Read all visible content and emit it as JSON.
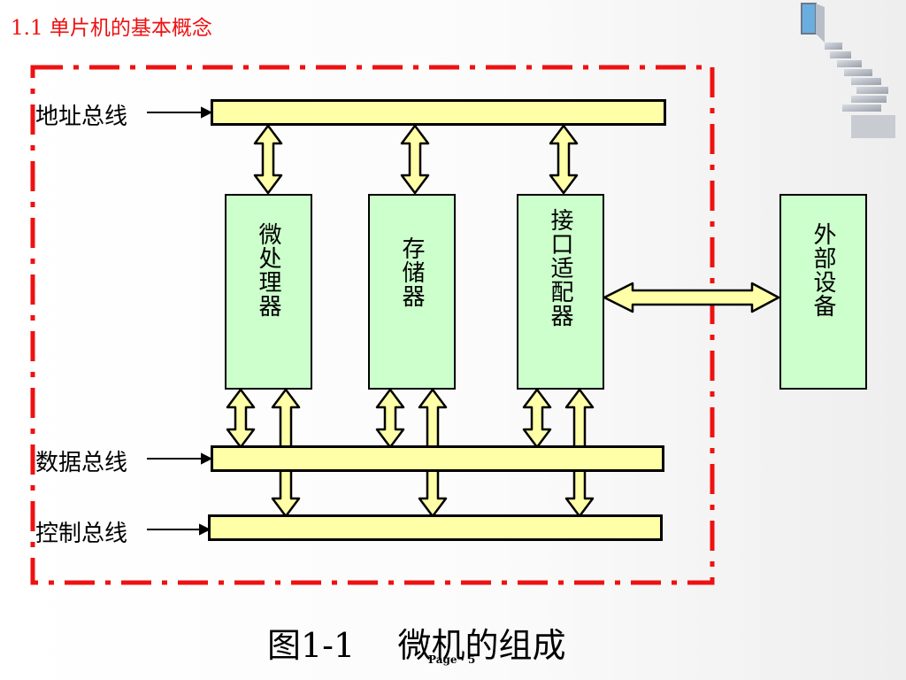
{
  "slide": {
    "title": "1.1 单片机的基本概念",
    "caption": "图1-1    微机的组成",
    "page": "Page · 5"
  },
  "buses": {
    "address": "地址总线",
    "data": "数据总线",
    "control": "控制总线"
  },
  "components": {
    "cpu": "微处理器",
    "memory": "存储器",
    "io": "接口适配器",
    "external": "外部设备"
  },
  "colors": {
    "bus_fill": "#ffffa8",
    "box_fill": "#ccffcc",
    "boundary": "#ee1111",
    "title": "#ee1111"
  }
}
